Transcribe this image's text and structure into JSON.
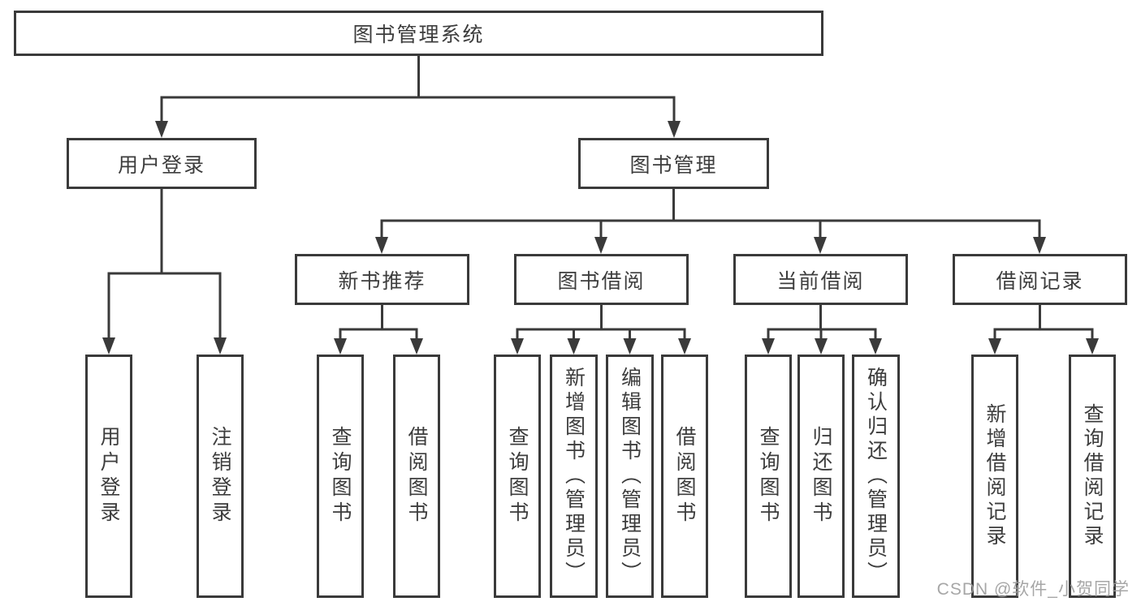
{
  "diagram": {
    "title": "图书管理系统",
    "watermark": "CSDN @软件_小贺同学",
    "colors": {
      "stroke": "#3a3a3a",
      "text": "#3d3d3d",
      "watermark": "#9e9e9e",
      "background": "#ffffff"
    },
    "nodes": {
      "root": "图书管理系统",
      "user_login": "用户登录",
      "book_mgmt": "图书管理",
      "new_book_rec": "新书推荐",
      "book_borrow": "图书借阅",
      "current_borrow": "当前借阅",
      "borrow_records": "借阅记录",
      "leaves": {
        "login_1": "用户登录",
        "login_2": "注销登录",
        "rec_1": "查询图书",
        "rec_2": "借阅图书",
        "borrow_1": "查询图书",
        "borrow_2": "新增图书（管理员）",
        "borrow_3": "编辑图书（管理员）",
        "borrow_4": "借阅图书",
        "current_1": "查询图书",
        "current_2": "归还图书",
        "current_3": "确认归还（管理员）",
        "records_1": "新增借阅记录",
        "records_2": "查询借阅记录"
      }
    }
  }
}
